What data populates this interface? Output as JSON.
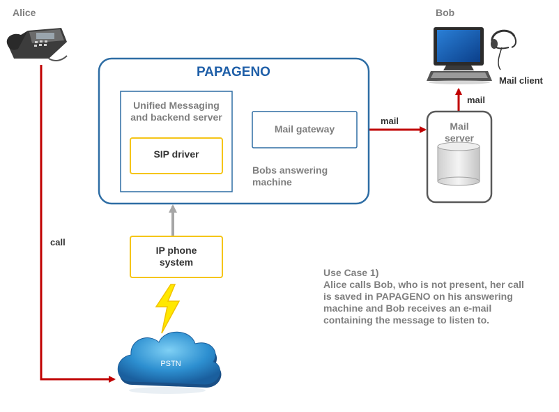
{
  "actors": {
    "alice": "Alice",
    "bob": "Bob"
  },
  "papageno": {
    "title": "PAPAGENO",
    "um_line1": "Unified Messaging",
    "um_line2": "and backend server",
    "sip_driver": "SIP driver",
    "mail_gateway": "Mail gateway",
    "answering_line1": "Bobs answering",
    "answering_line2": "machine"
  },
  "ip_phone": {
    "line1": "IP phone",
    "line2": "system"
  },
  "mail_server": {
    "line1": "Mail",
    "line2": "server"
  },
  "mail_client": "Mail client",
  "pstn": "PSTN",
  "edges": {
    "call": "call",
    "mail_to_server": "mail",
    "mail_to_client": "mail"
  },
  "use_case": {
    "title": "Use Case 1)",
    "lines": [
      "Alice calls Bob, who is not present, her call",
      "is saved in PAPAGENO on his answering",
      "machine and Bob receives an e-mail",
      "containing the message to listen to."
    ]
  },
  "colors": {
    "blue_border": "#2e6da4",
    "yellow_border": "#f5c518",
    "red_arrow": "#c00000",
    "grey_arrow": "#a6a6a6",
    "grey_text": "#7f7f7f",
    "title_blue": "#1f5fa8"
  }
}
